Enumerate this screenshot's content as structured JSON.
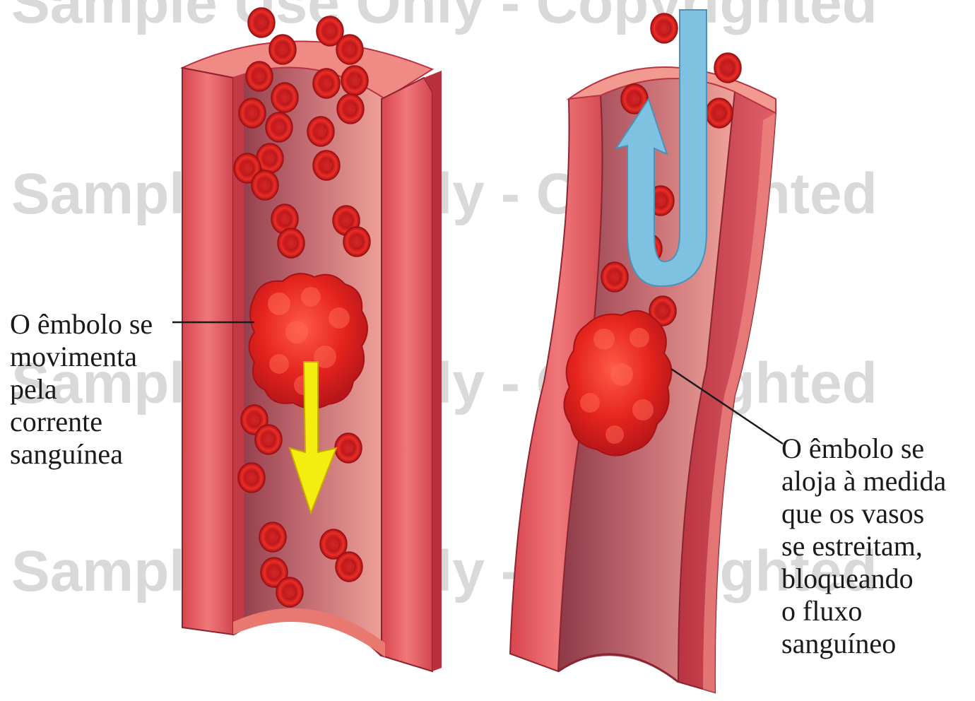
{
  "watermark": "Sample Use Only - Copyrighted",
  "captions": {
    "left": [
      "O êmbolo se",
      "movimenta",
      "pela",
      "corrente",
      "sanguínea"
    ],
    "right": [
      "O êmbolo se",
      "aloja à medida",
      "que os vasos",
      "se estreitam,",
      "bloqueando",
      "o fluxo",
      "sanguíneo"
    ]
  },
  "colors": {
    "vessel_wall": "#e0525a",
    "vessel_lumen": "#a85058",
    "blood_cell": "#e12a26",
    "embolus": "#e4231d",
    "flow_arrow": "#f4ee10",
    "blocked_flow_arrow": "#7fc1e0"
  },
  "icons": {
    "flow_direction": "arrow-down-icon",
    "blocked_flow": "u-turn-arrow-icon"
  }
}
